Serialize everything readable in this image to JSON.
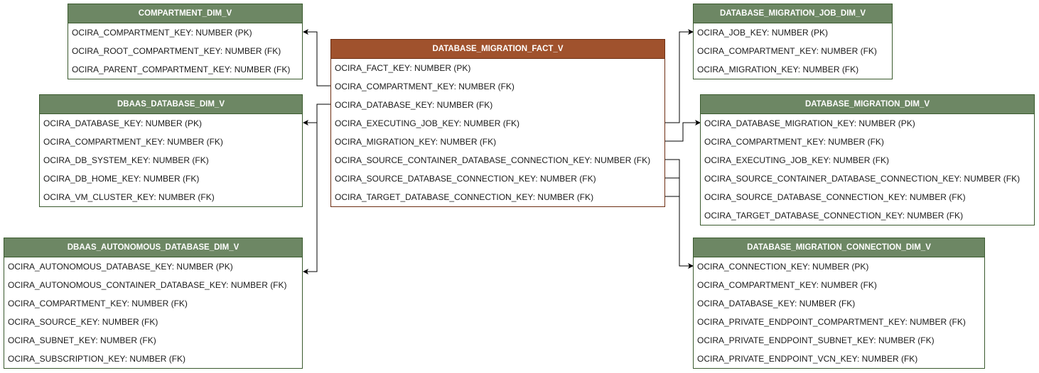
{
  "entities": {
    "compartment_dim": {
      "title": "COMPARTMENT_DIM_V",
      "fields": [
        "OCIRA_COMPARTMENT_KEY: NUMBER (PK)",
        "OCIRA_ROOT_COMPARTMENT_KEY: NUMBER (FK)",
        "OCIRA_PARENT_COMPARTMENT_KEY: NUMBER (FK)"
      ]
    },
    "dbaas_database_dim": {
      "title": "DBAAS_DATABASE_DIM_V",
      "fields": [
        "OCIRA_DATABASE_KEY: NUMBER (PK)",
        "OCIRA_COMPARTMENT_KEY: NUMBER (FK)",
        "OCIRA_DB_SYSTEM_KEY: NUMBER (FK)",
        "OCIRA_DB_HOME_KEY: NUMBER (FK)",
        "OCIRA_VM_CLUSTER_KEY: NUMBER (FK)"
      ]
    },
    "dbaas_autonomous_database_dim": {
      "title": "DBAAS_AUTONOMOUS_DATABASE_DIM_V",
      "fields": [
        "OCIRA_AUTONOMOUS_DATABASE_KEY: NUMBER (PK)",
        "OCIRA_AUTONOMOUS_CONTAINER_DATABASE_KEY: NUMBER (FK)",
        "OCIRA_COMPARTMENT_KEY: NUMBER (FK)",
        "OCIRA_SOURCE_KEY: NUMBER (FK)",
        "OCIRA_SUBNET_KEY: NUMBER (FK)",
        "OCIRA_SUBSCRIPTION_KEY: NUMBER (FK)"
      ]
    },
    "database_migration_fact": {
      "title": "DATABASE_MIGRATION_FACT_V",
      "fields": [
        "OCIRA_FACT_KEY: NUMBER (PK)",
        "OCIRA_COMPARTMENT_KEY: NUMBER (FK)",
        "OCIRA_DATABASE_KEY: NUMBER (FK)",
        "OCIRA_EXECUTING_JOB_KEY: NUMBER (FK)",
        "OCIRA_MIGRATION_KEY: NUMBER (FK)",
        "OCIRA_SOURCE_CONTAINER_DATABASE_CONNECTION_KEY: NUMBER (FK)",
        "OCIRA_SOURCE_DATABASE_CONNECTION_KEY: NUMBER (FK)",
        "OCIRA_TARGET_DATABASE_CONNECTION_KEY: NUMBER (FK)"
      ]
    },
    "database_migration_job_dim": {
      "title": "DATABASE_MIGRATION_JOB_DIM_V",
      "fields": [
        "OCIRA_JOB_KEY: NUMBER (PK)",
        "OCIRA_COMPARTMENT_KEY: NUMBER (FK)",
        "OCIRA_MIGRATION_KEY: NUMBER (FK)"
      ]
    },
    "database_migration_dim": {
      "title": "DATABASE_MIGRATION_DIM_V",
      "fields": [
        "OCIRA_DATABASE_MIGRATION_KEY: NUMBER (PK)",
        "OCIRA_COMPARTMENT_KEY: NUMBER (FK)",
        "OCIRA_EXECUTING_JOB_KEY: NUMBER (FK)",
        "OCIRA_SOURCE_CONTAINER_DATABASE_CONNECTION_KEY: NUMBER (FK)",
        "OCIRA_SOURCE_DATABASE_CONNECTION_KEY: NUMBER (FK)",
        "OCIRA_TARGET_DATABASE_CONNECTION_KEY: NUMBER (FK)"
      ]
    },
    "database_migration_connection_dim": {
      "title": "DATABASE_MIGRATION_CONNECTION_DIM_V",
      "fields": [
        "OCIRA_CONNECTION_KEY: NUMBER (PK)",
        "OCIRA_COMPARTMENT_KEY: NUMBER (FK)",
        "OCIRA_DATABASE_KEY: NUMBER (FK)",
        "OCIRA_PRIVATE_ENDPOINT_COMPARTMENT_KEY: NUMBER (FK)",
        "OCIRA_PRIVATE_ENDPOINT_SUBNET_KEY: NUMBER (FK)",
        "OCIRA_PRIVATE_ENDPOINT_VCN_KEY: NUMBER (FK)"
      ]
    }
  },
  "colors": {
    "dim_header": "#6d8764",
    "fact_header": "#a0522d",
    "dim_border": "#3a5a2e",
    "fact_border": "#6d2e12"
  }
}
